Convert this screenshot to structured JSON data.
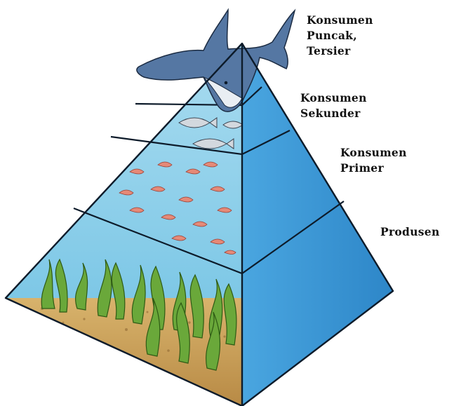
{
  "labels": {
    "tertiary": [
      "Konsumen",
      "Puncak,",
      "Tersier"
    ],
    "secondary": [
      "Konsumen",
      "Sekunder"
    ],
    "primary": [
      "Konsumen",
      "Primer"
    ],
    "producer": [
      "Produsen"
    ]
  },
  "colors": {
    "water_front": "#8fd0ea",
    "water_front_deep": "#6bbfe2",
    "side_face": "#3d9cd8",
    "side_face_dark": "#1f76b8",
    "outline": "#0d1b2a",
    "sand": "#c9a15c",
    "seagrass": "#5f9a2e",
    "shrimp": "#e07a6a",
    "fish": "#c9cfd6",
    "shark": "#4f6f9a"
  },
  "icons": {
    "apex": "shark-icon",
    "secondary": "fish-icon",
    "primary": "shrimp-icon",
    "producer": "seagrass-icon"
  }
}
